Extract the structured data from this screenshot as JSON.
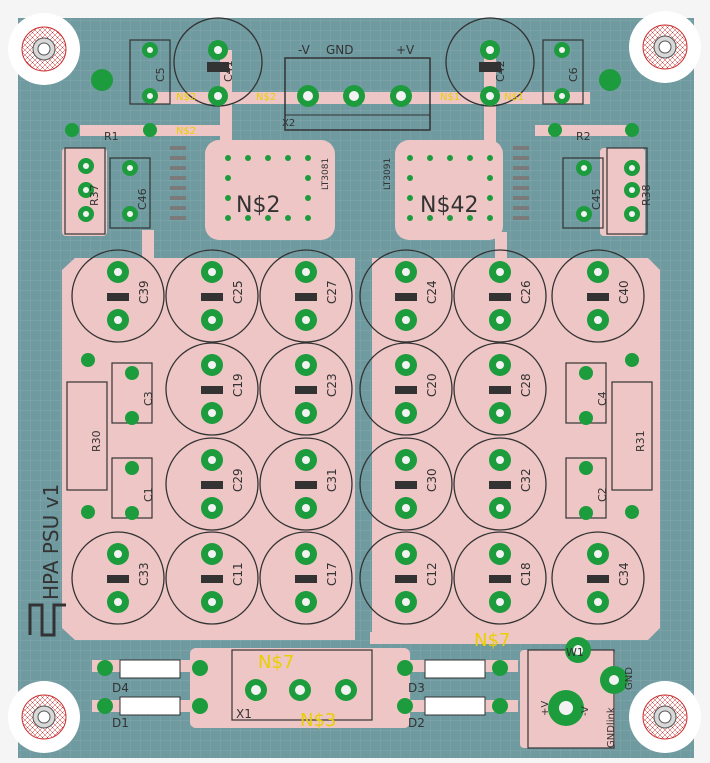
{
  "title": "HPA PSU v1",
  "colors": {
    "board": "#f5f5f5",
    "ground_fill": "#6f9aa0",
    "copper": "#efc6c6",
    "pad": "#1c9c3c",
    "hole": "#f2f2f2",
    "silk": "#333333",
    "net_label": "#e8d000",
    "grid": "#ffffff"
  },
  "terminal": {
    "left": "-V",
    "mid": "GND",
    "right": "+V"
  },
  "nets": {
    "ns1": "N$1",
    "ns2": "N$2",
    "ns3": "N$3",
    "ns7": "N$7",
    "ns42": "N$42"
  },
  "ics": {
    "left": "LT3081",
    "right": "LT3091"
  },
  "caps_top": {
    "c41": "C41",
    "c42": "C42",
    "c5": "C5",
    "c6": "C6",
    "c46": "C46",
    "c45": "C45"
  },
  "resistors": {
    "r1": "R1",
    "r2": "R2",
    "r37": "R37",
    "r38": "R38",
    "r30": "R30",
    "r31": "R31"
  },
  "bank": {
    "r1": [
      "C39",
      "C25",
      "C27",
      "C24",
      "C26",
      "C40"
    ],
    "r2": [
      "C19",
      "C23",
      "C20",
      "C28"
    ],
    "r3": [
      "C29",
      "C31",
      "C30",
      "C32"
    ],
    "r4": [
      "C33",
      "C11",
      "C17",
      "C12",
      "C18",
      "C34"
    ]
  },
  "small_caps": {
    "c3": "C3",
    "c1": "C1",
    "c4": "C4",
    "c2": "C2"
  },
  "diodes": {
    "d1": "D1",
    "d2": "D2",
    "d3": "D3",
    "d4": "D4"
  },
  "misc": {
    "x1": "X1",
    "x2": "X2",
    "w1": "W1",
    "gnd": "GND",
    "plusv": "+V",
    "minusv": "-V",
    "gnd_link": "GNDlink"
  }
}
